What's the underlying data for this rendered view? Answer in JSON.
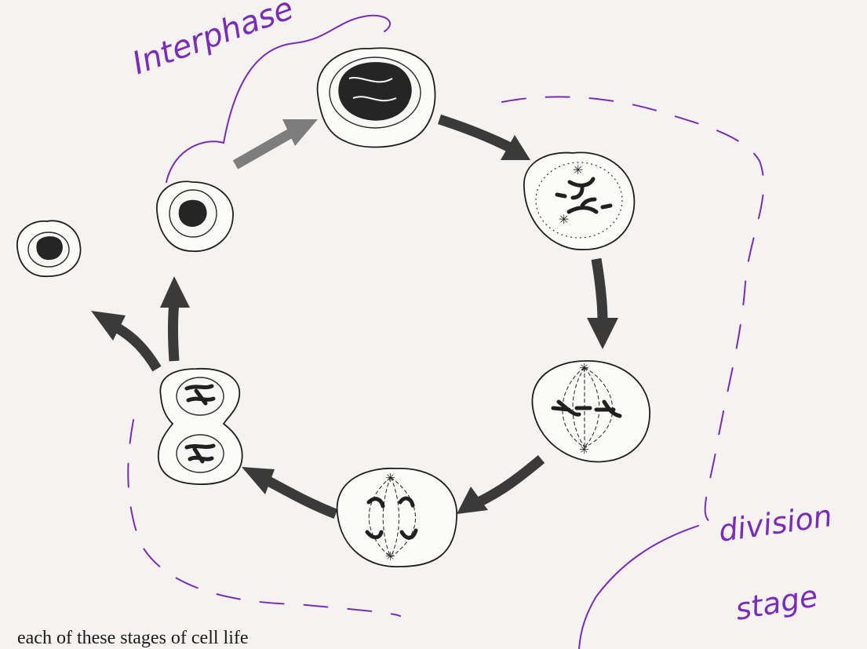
{
  "annotations": {
    "interphase": "Interphase",
    "division_line1": "division",
    "division_line2": "stage"
  },
  "bottom_text": "each of these stages of cell life",
  "colors": {
    "handwriting": "#7a2bb8",
    "arrow_dark": "#3a3a3a",
    "arrow_gray": "#7d7d7d"
  }
}
